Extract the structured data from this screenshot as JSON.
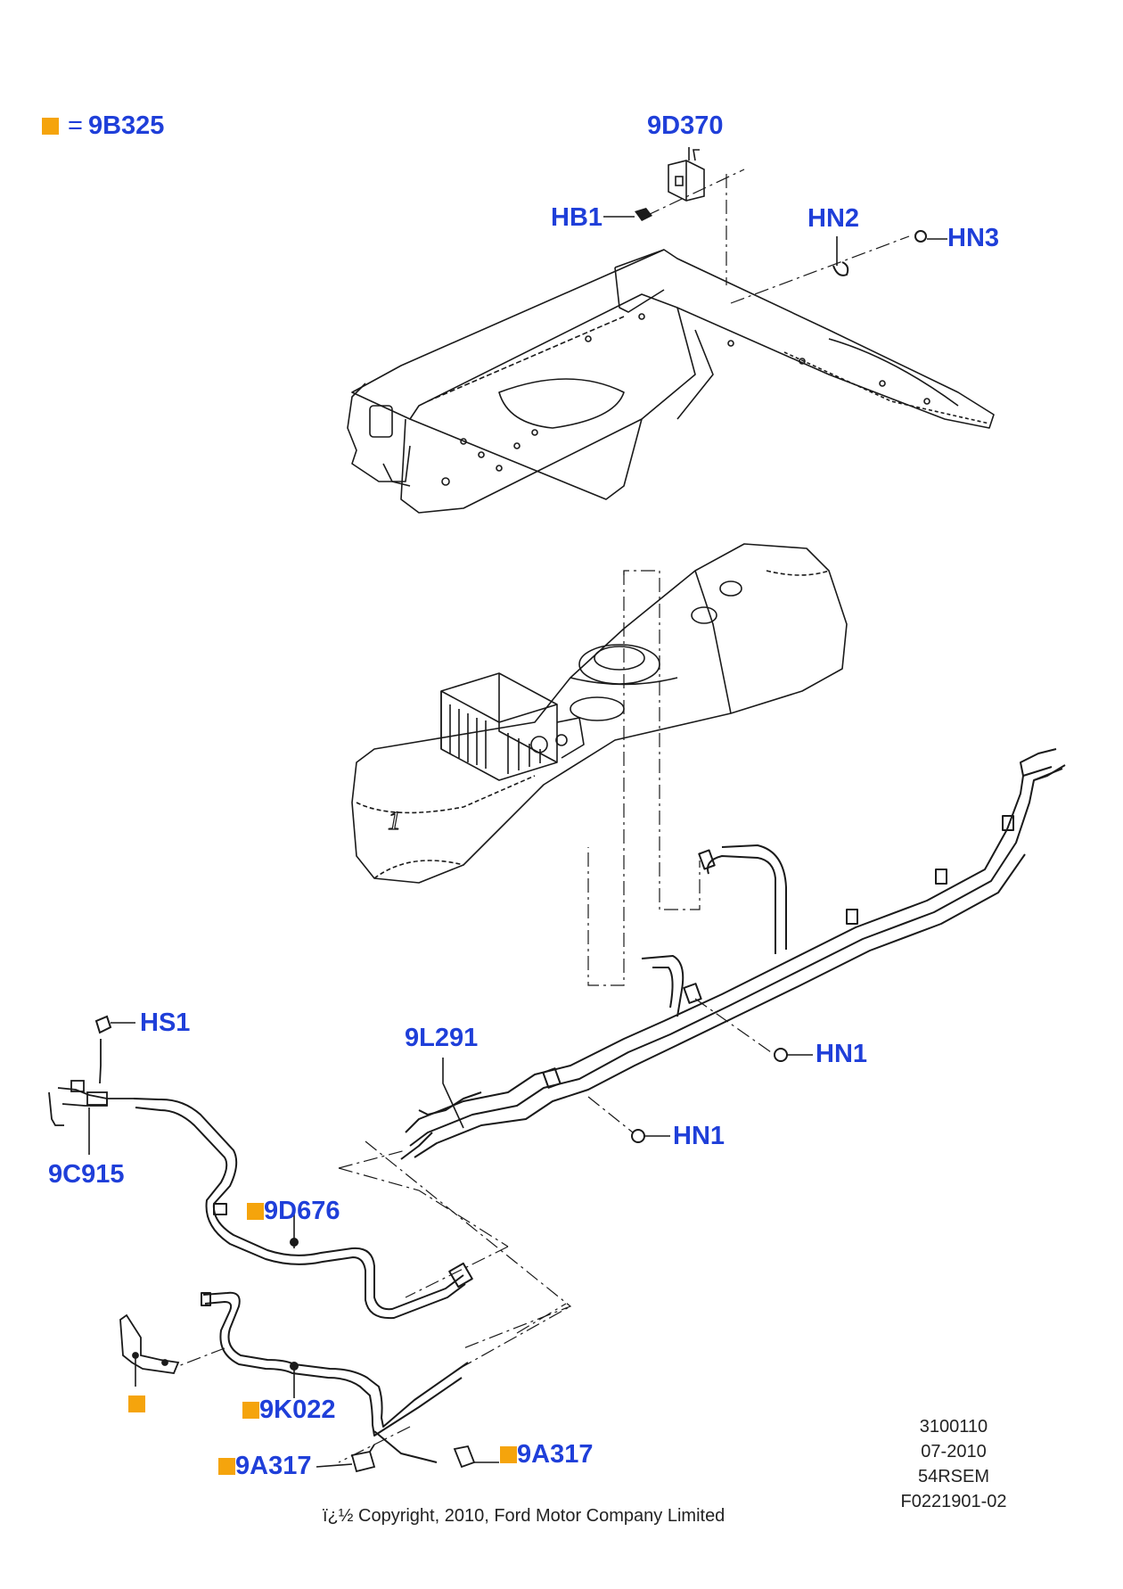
{
  "legend": {
    "marker_color": "#f5a40c",
    "marker_icon": "orange-square",
    "equals": "=",
    "code": "9B325"
  },
  "labels": {
    "part_9d370": "9D370",
    "part_hb1": "HB1",
    "part_hn2": "HN2",
    "part_hn3": "HN3",
    "part_hs1": "HS1",
    "part_9l291": "9L291",
    "part_hn1_upper": "HN1",
    "part_hn1_lower": "HN1",
    "part_9c915": "9C915",
    "part_9d676": "9D676",
    "part_9k022": "9K022",
    "part_9a317_right": "9A317",
    "part_9a317_left": "9A317"
  },
  "tank_mark": "1",
  "colors": {
    "label_blue": "#1f3fd9",
    "line": "#1a1a1a",
    "accent_orange": "#f5a40c"
  },
  "footer": {
    "ref_lines": [
      "3100110",
      "07-2010",
      "54RSEM",
      "F0221901-02"
    ],
    "copyright": "ï¿½ Copyright, 2010, Ford Motor Company Limited"
  }
}
